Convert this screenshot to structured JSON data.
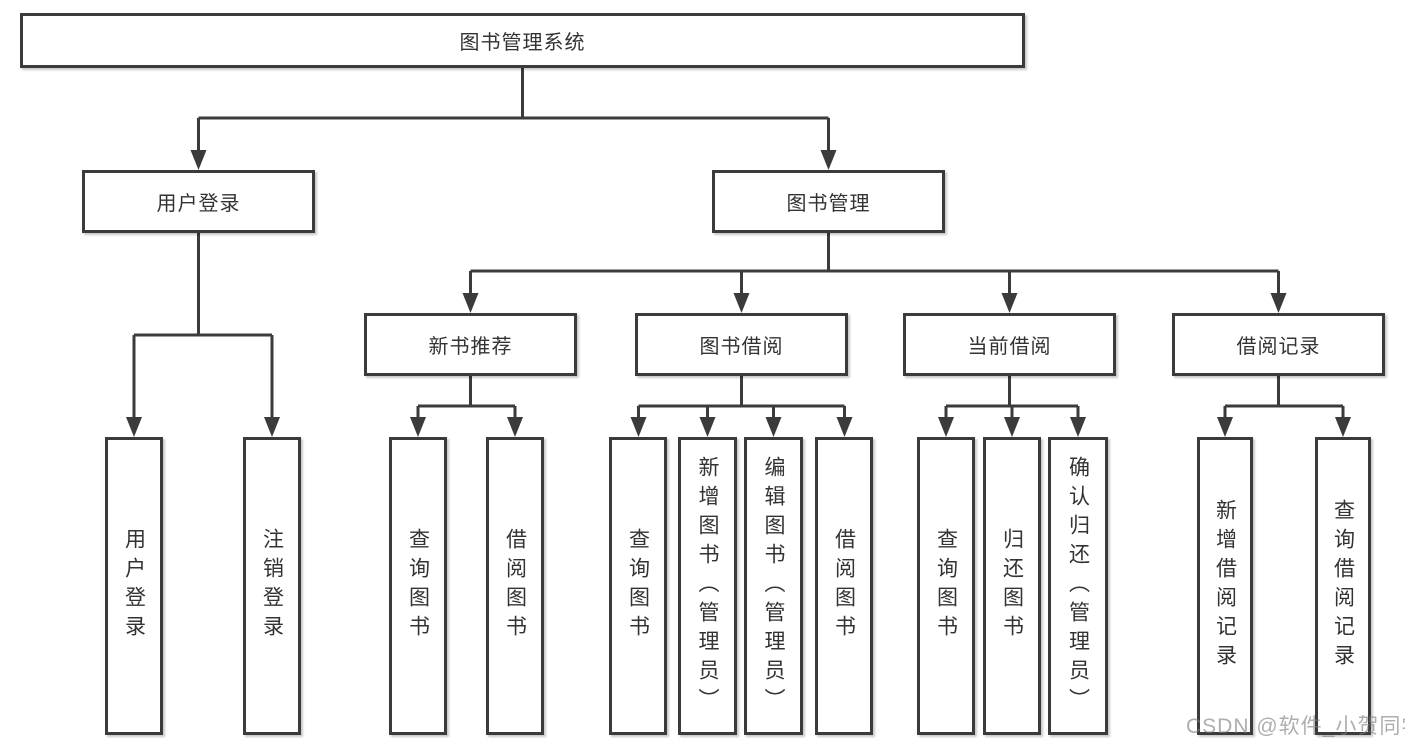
{
  "diagram": {
    "type": "hierarchy-tree",
    "colors": {
      "line": "#3b3b3b",
      "box_border": "#3b3b3b",
      "text": "#333333",
      "background": "#ffffff",
      "watermark": "#7d7d7d"
    }
  },
  "tree": {
    "root": {
      "label": "图书管理系统"
    },
    "level2": [
      {
        "label": "用户登录",
        "children": [
          {
            "label": "用户登录"
          },
          {
            "label": "注销登录"
          }
        ]
      },
      {
        "label": "图书管理",
        "children": [
          {
            "label": "新书推荐",
            "children": [
              {
                "label": "查询图书"
              },
              {
                "label": "借阅图书"
              }
            ]
          },
          {
            "label": "图书借阅",
            "children": [
              {
                "label": "查询图书"
              },
              {
                "label": "新增图书（管理员）"
              },
              {
                "label": "编辑图书（管理员）"
              },
              {
                "label": "借阅图书"
              }
            ]
          },
          {
            "label": "当前借阅",
            "children": [
              {
                "label": "查询图书"
              },
              {
                "label": "归还图书"
              },
              {
                "label": "确认归还（管理员）"
              }
            ]
          },
          {
            "label": "借阅记录",
            "children": [
              {
                "label": "新增借阅记录"
              },
              {
                "label": "查询借阅记录"
              }
            ]
          }
        ]
      }
    ]
  },
  "watermark": {
    "text": "CSDN @软件_小贺同学"
  }
}
